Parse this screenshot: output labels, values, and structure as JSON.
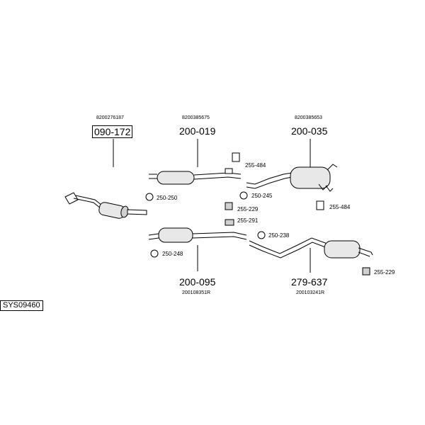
{
  "system_code": "SYS09460",
  "parts": {
    "catalyst": {
      "oem": "8200276187",
      "number": "090-172"
    },
    "front_pipe": {
      "oem": "8200385675",
      "number": "200-019"
    },
    "rear_silencer_top": {
      "oem": "8200385653",
      "number": "200-035"
    },
    "front_pipe_lower": {
      "oem": "200108351R",
      "number": "200-095"
    },
    "rear_silencer_lower": {
      "oem": "200103241R",
      "number": "279-637"
    }
  },
  "clips": {
    "c250_250": "250-250",
    "c255_484_a": "255-484",
    "c250_245": "250-245",
    "c255_484_b": "255-484",
    "c255_229_a": "255-229",
    "c255_291": "255-291",
    "c250_238": "250-238",
    "c250_248": "250-248",
    "c255_229_b": "255-229"
  }
}
